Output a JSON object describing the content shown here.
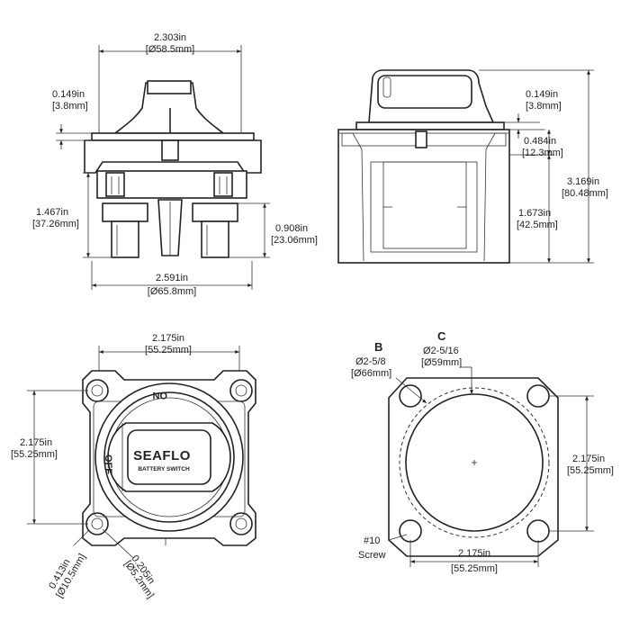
{
  "front_view": {
    "width_top_in": "2.303in",
    "width_top_mm": "[Ø58.5mm]",
    "flange_in": "0.149in",
    "flange_mm": "[3.8mm]",
    "height_in": "1.467in",
    "height_mm": "[37.26mm]",
    "stud_in": "0.908in",
    "stud_mm": "[23.06mm]",
    "width_bottom_in": "2.591in",
    "width_bottom_mm": "[Ø65.8mm]"
  },
  "side_view": {
    "flange_in": "0.149in",
    "flange_mm": "[3.8mm]",
    "plate_in": "0.484in",
    "plate_mm": "[12.3mm]",
    "body_in": "1.673in",
    "body_mm": "[42.5mm]",
    "total_in": "3.169in",
    "total_mm": "[80.48mm]"
  },
  "top_view": {
    "width_in": "2.175in",
    "width_mm": "[55.25mm]",
    "height_in": "2.175in",
    "height_mm": "[55.25mm]",
    "hole_in": "0.413in",
    "hole_mm": "[Ø10.5mm]",
    "inner_in": "0.205in",
    "inner_mm": "[Ø5.2mm]",
    "logo": "SEAFLO",
    "logo_sub": "BATTERY SWITCH",
    "label_on": "ON",
    "label_off": "OFF"
  },
  "cutout_view": {
    "label_b": "B",
    "b_dim": "Ø2-5/8",
    "b_mm": "[Ø66mm]",
    "label_c": "C",
    "c_dim": "Ø2-5/16",
    "c_mm": "[Ø59mm]",
    "height_in": "2.175in",
    "height_mm": "[55.25mm]",
    "width_in": "2.175in",
    "width_mm": "[55.25mm]",
    "screw_num": "#10",
    "screw_label": "Screw"
  }
}
